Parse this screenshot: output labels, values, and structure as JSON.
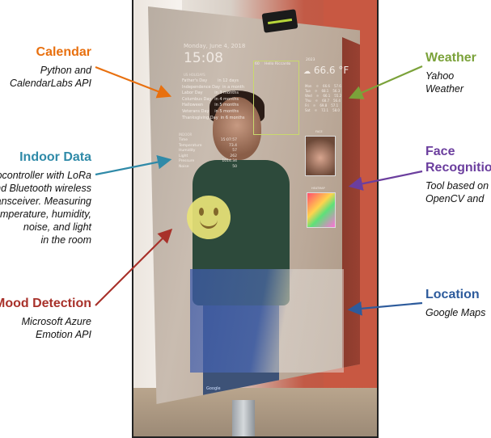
{
  "labels": {
    "calendar": {
      "title": "Calendar",
      "desc": [
        "Python and",
        "CalendarLabs API"
      ],
      "color": "#e8700f"
    },
    "indoor": {
      "title": "Indoor Data",
      "desc": [
        "Microcontroller with LoRa",
        "and Bluetooth wireless",
        "transceiver. Measuring",
        "temperature, humidity,",
        "noise, and light",
        "in the room"
      ],
      "color": "#2f8aa8"
    },
    "mood": {
      "title": "Mood Detection",
      "desc": [
        "Microsoft Azure",
        "Emotion API"
      ],
      "color": "#a8312a"
    },
    "weather": {
      "title": "Weather",
      "desc": [
        "Yahoo Weather"
      ],
      "color": "#7ba23a"
    },
    "face": {
      "title": "Face Recognition",
      "desc": [
        "Tool based on",
        "OpenCV and"
      ],
      "color": "#6b3e9e"
    },
    "location": {
      "title": "Location",
      "desc": [
        "Google Maps"
      ],
      "color": "#2d5b9c"
    }
  },
  "mirror": {
    "date": "Monday, June 4, 2018",
    "time": "15:08",
    "holidays_title": "US HOLIDAYS",
    "holidays": [
      {
        "name": "Father's Day",
        "when": "in 12 days"
      },
      {
        "name": "Independence Day",
        "when": "in a month"
      },
      {
        "name": "Labor Day",
        "when": "in 3 months"
      },
      {
        "name": "Columbus Day",
        "when": "in 4 months"
      },
      {
        "name": "Halloween",
        "when": "in 5 months"
      },
      {
        "name": "Veterans Day",
        "when": "in 5 months"
      },
      {
        "name": "Thanksgiving Day",
        "when": "in 6 months"
      }
    ],
    "greeting_id": "60",
    "greeting": "Hello Riccardo",
    "weather_top": "2023",
    "temperature": "66.6 °F",
    "forecast": [
      {
        "day": "Mon",
        "hi": "66.6",
        "lo": "57.6"
      },
      {
        "day": "Tue",
        "hi": "68.1",
        "lo": "56.3"
      },
      {
        "day": "Wed",
        "hi": "66.1",
        "lo": "55.2"
      },
      {
        "day": "Thu",
        "hi": "68.7",
        "lo": "56.4"
      },
      {
        "day": "Fri",
        "hi": "69.8",
        "lo": "57.1"
      },
      {
        "day": "Sat",
        "hi": "72.1",
        "lo": "58.0"
      }
    ],
    "indoor_title": "INDOOR",
    "indoor": [
      {
        "k": "Time",
        "v": "15:07:57"
      },
      {
        "k": "Temperature",
        "v": "73.4"
      },
      {
        "k": "Humidity",
        "v": "57"
      },
      {
        "k": "Light",
        "v": "262"
      },
      {
        "k": "Pressure",
        "v": "1014.34"
      },
      {
        "k": "Noise",
        "v": "50"
      }
    ],
    "face_caption_1": "FACE",
    "face_caption_2": "HEATMAP",
    "map_label": "Google"
  }
}
